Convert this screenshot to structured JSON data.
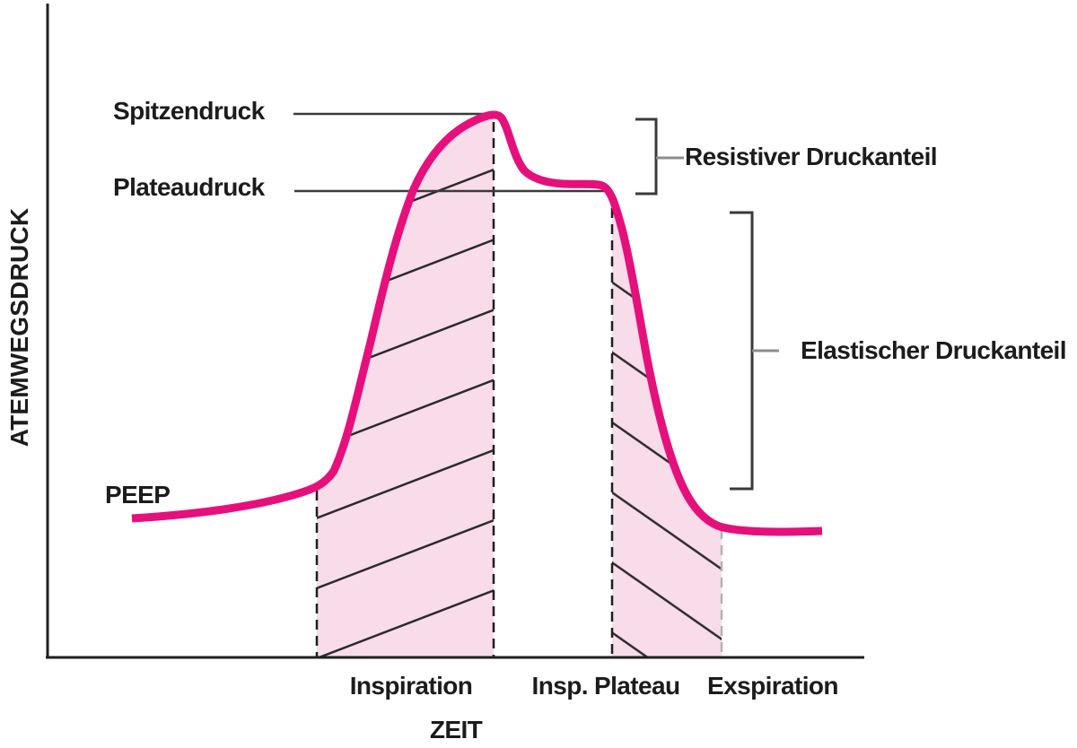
{
  "labels": {
    "y_axis": "ATEMWEGSDRUCK",
    "x_axis": "ZEIT",
    "peak": "Spitzendruck",
    "plateau": "Plateaudruck",
    "peep": "PEEP",
    "resistive": "Resistiver Druckanteil",
    "elastic": "Elastischer Druckanteil"
  },
  "phases": {
    "inspiration": "Inspiration",
    "insp_plateau": "Insp. Plateau",
    "exspiration": "Exspiration"
  },
  "colors": {
    "curve": "#e5107c",
    "region_fill": "#f9dce9",
    "hatch": "#2b2b2b",
    "axis": "#1f1f1f",
    "leader": "#3a3a3a",
    "tick_gray": "#8c8c8c",
    "dashed_light": "#b3b3b3",
    "text": "#1c1c1c",
    "background": "#ffffff"
  },
  "chart_data": {
    "type": "line",
    "title": "",
    "xlabel": "ZEIT",
    "ylabel": "ATEMWEGSDRUCK",
    "axis_numeric_labels": false,
    "units": "arbitrary (schematic ventilation pressure curve)",
    "series": [
      {
        "name": "Atemwegsdruck",
        "color": "#e5107c",
        "points": [
          [
            0.0,
            5.3
          ],
          [
            0.5,
            5.4
          ],
          [
            1.0,
            5.6
          ],
          [
            1.5,
            5.9
          ],
          [
            1.9,
            6.3
          ],
          [
            2.1,
            7.0
          ],
          [
            2.3,
            12.0
          ],
          [
            2.5,
            18.0
          ],
          [
            2.7,
            23.0
          ],
          [
            3.0,
            26.5
          ],
          [
            3.4,
            28.8
          ],
          [
            3.8,
            29.8
          ],
          [
            4.0,
            30.0
          ],
          [
            4.15,
            28.0
          ],
          [
            4.3,
            26.2
          ],
          [
            4.6,
            25.4
          ],
          [
            5.0,
            25.3
          ],
          [
            5.5,
            25.2
          ],
          [
            5.95,
            25.0
          ],
          [
            6.1,
            23.0
          ],
          [
            6.3,
            19.0
          ],
          [
            6.6,
            13.0
          ],
          [
            6.9,
            8.5
          ],
          [
            7.2,
            6.3
          ],
          [
            7.5,
            5.6
          ],
          [
            8.0,
            5.3
          ],
          [
            8.6,
            5.3
          ]
        ]
      }
    ],
    "reference_levels": {
      "Spitzendruck": 30.0,
      "Plateaudruck": 25.0,
      "PEEP": 5.3
    },
    "phase_intervals": {
      "Inspiration": [
        2.05,
        4.05
      ],
      "Insp. Plateau": [
        4.05,
        5.95
      ],
      "Exspiration": [
        5.95,
        7.5
      ]
    },
    "annotations": [
      "Spitzendruck",
      "Plateaudruck",
      "PEEP",
      "Resistiver Druckanteil (Spitzendruck - Plateaudruck)",
      "Elastischer Druckanteil (Plateaudruck - PEEP)"
    ],
    "hatched_regions": [
      "Inspiration",
      "Exspiration"
    ],
    "legend": "none",
    "grid": false
  }
}
